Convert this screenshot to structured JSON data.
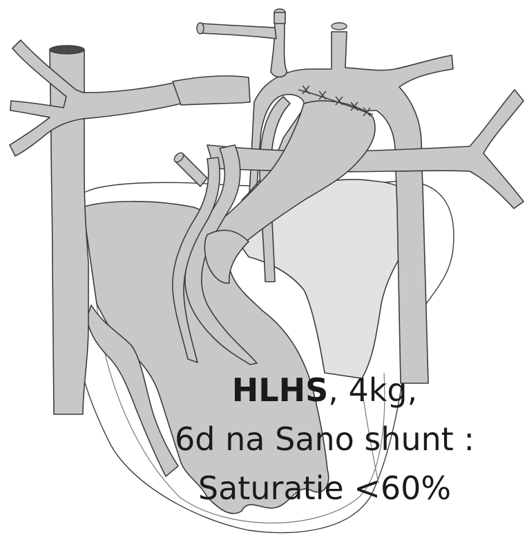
{
  "caption": {
    "diagnosis": "HLHS",
    "line1_rest": ", 4kg,",
    "line2": "6d na Sano shunt :",
    "line3": "Saturatie <60%"
  },
  "colors": {
    "vessel_fill": "#c8c8c8",
    "vessel_light_fill": "#e2e2e2",
    "outline": "#3c3c3c",
    "background": "#ffffff"
  }
}
